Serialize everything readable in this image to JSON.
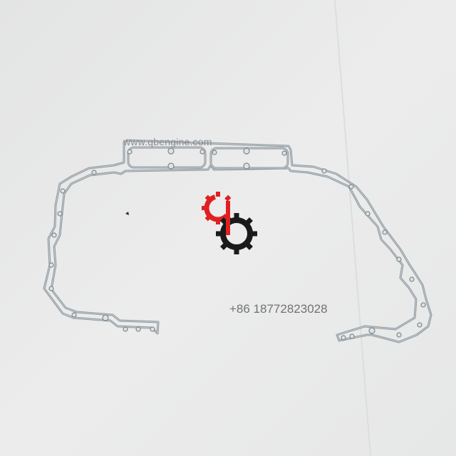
{
  "watermark": {
    "url": "www.qbengine.com",
    "phone": "+86 18772823028"
  },
  "logo": {
    "name": "gear-logo",
    "primary_color": "#e02020",
    "secondary_color": "#1a1a1a"
  },
  "subject": {
    "gasket_color": "#9aa3aa",
    "background_color": "#e9eaea"
  }
}
